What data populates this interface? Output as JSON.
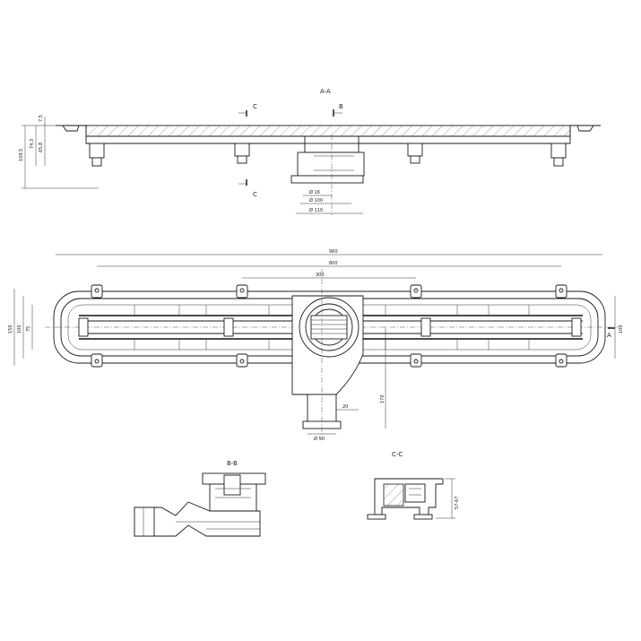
{
  "sections": {
    "aa": "A-A",
    "bb": "B-B",
    "cc": "C-C",
    "cut_b": "B",
    "cut_c_top": "C",
    "cut_c_bottom": "C",
    "cut_a": "A"
  },
  "dims": {
    "aa_height_total": "109,5",
    "aa_height_mid": "74,3",
    "aa_height_small": "65,8",
    "aa_top": "7,5",
    "aa_d_small": "Ø 16",
    "aa_d_mid": "Ø 100",
    "aa_d_big": "Ø 110",
    "plan_overall": "960",
    "plan_between_feet": "800",
    "plan_center": "300",
    "plan_height_a": "150",
    "plan_height_b": "100",
    "plan_height_c": "75",
    "plan_right_h": "100",
    "plan_outlet_drop": "170",
    "plan_outlet_offset": "20",
    "plan_outlet_d": "Ø 50",
    "cc_height": "57-67"
  }
}
